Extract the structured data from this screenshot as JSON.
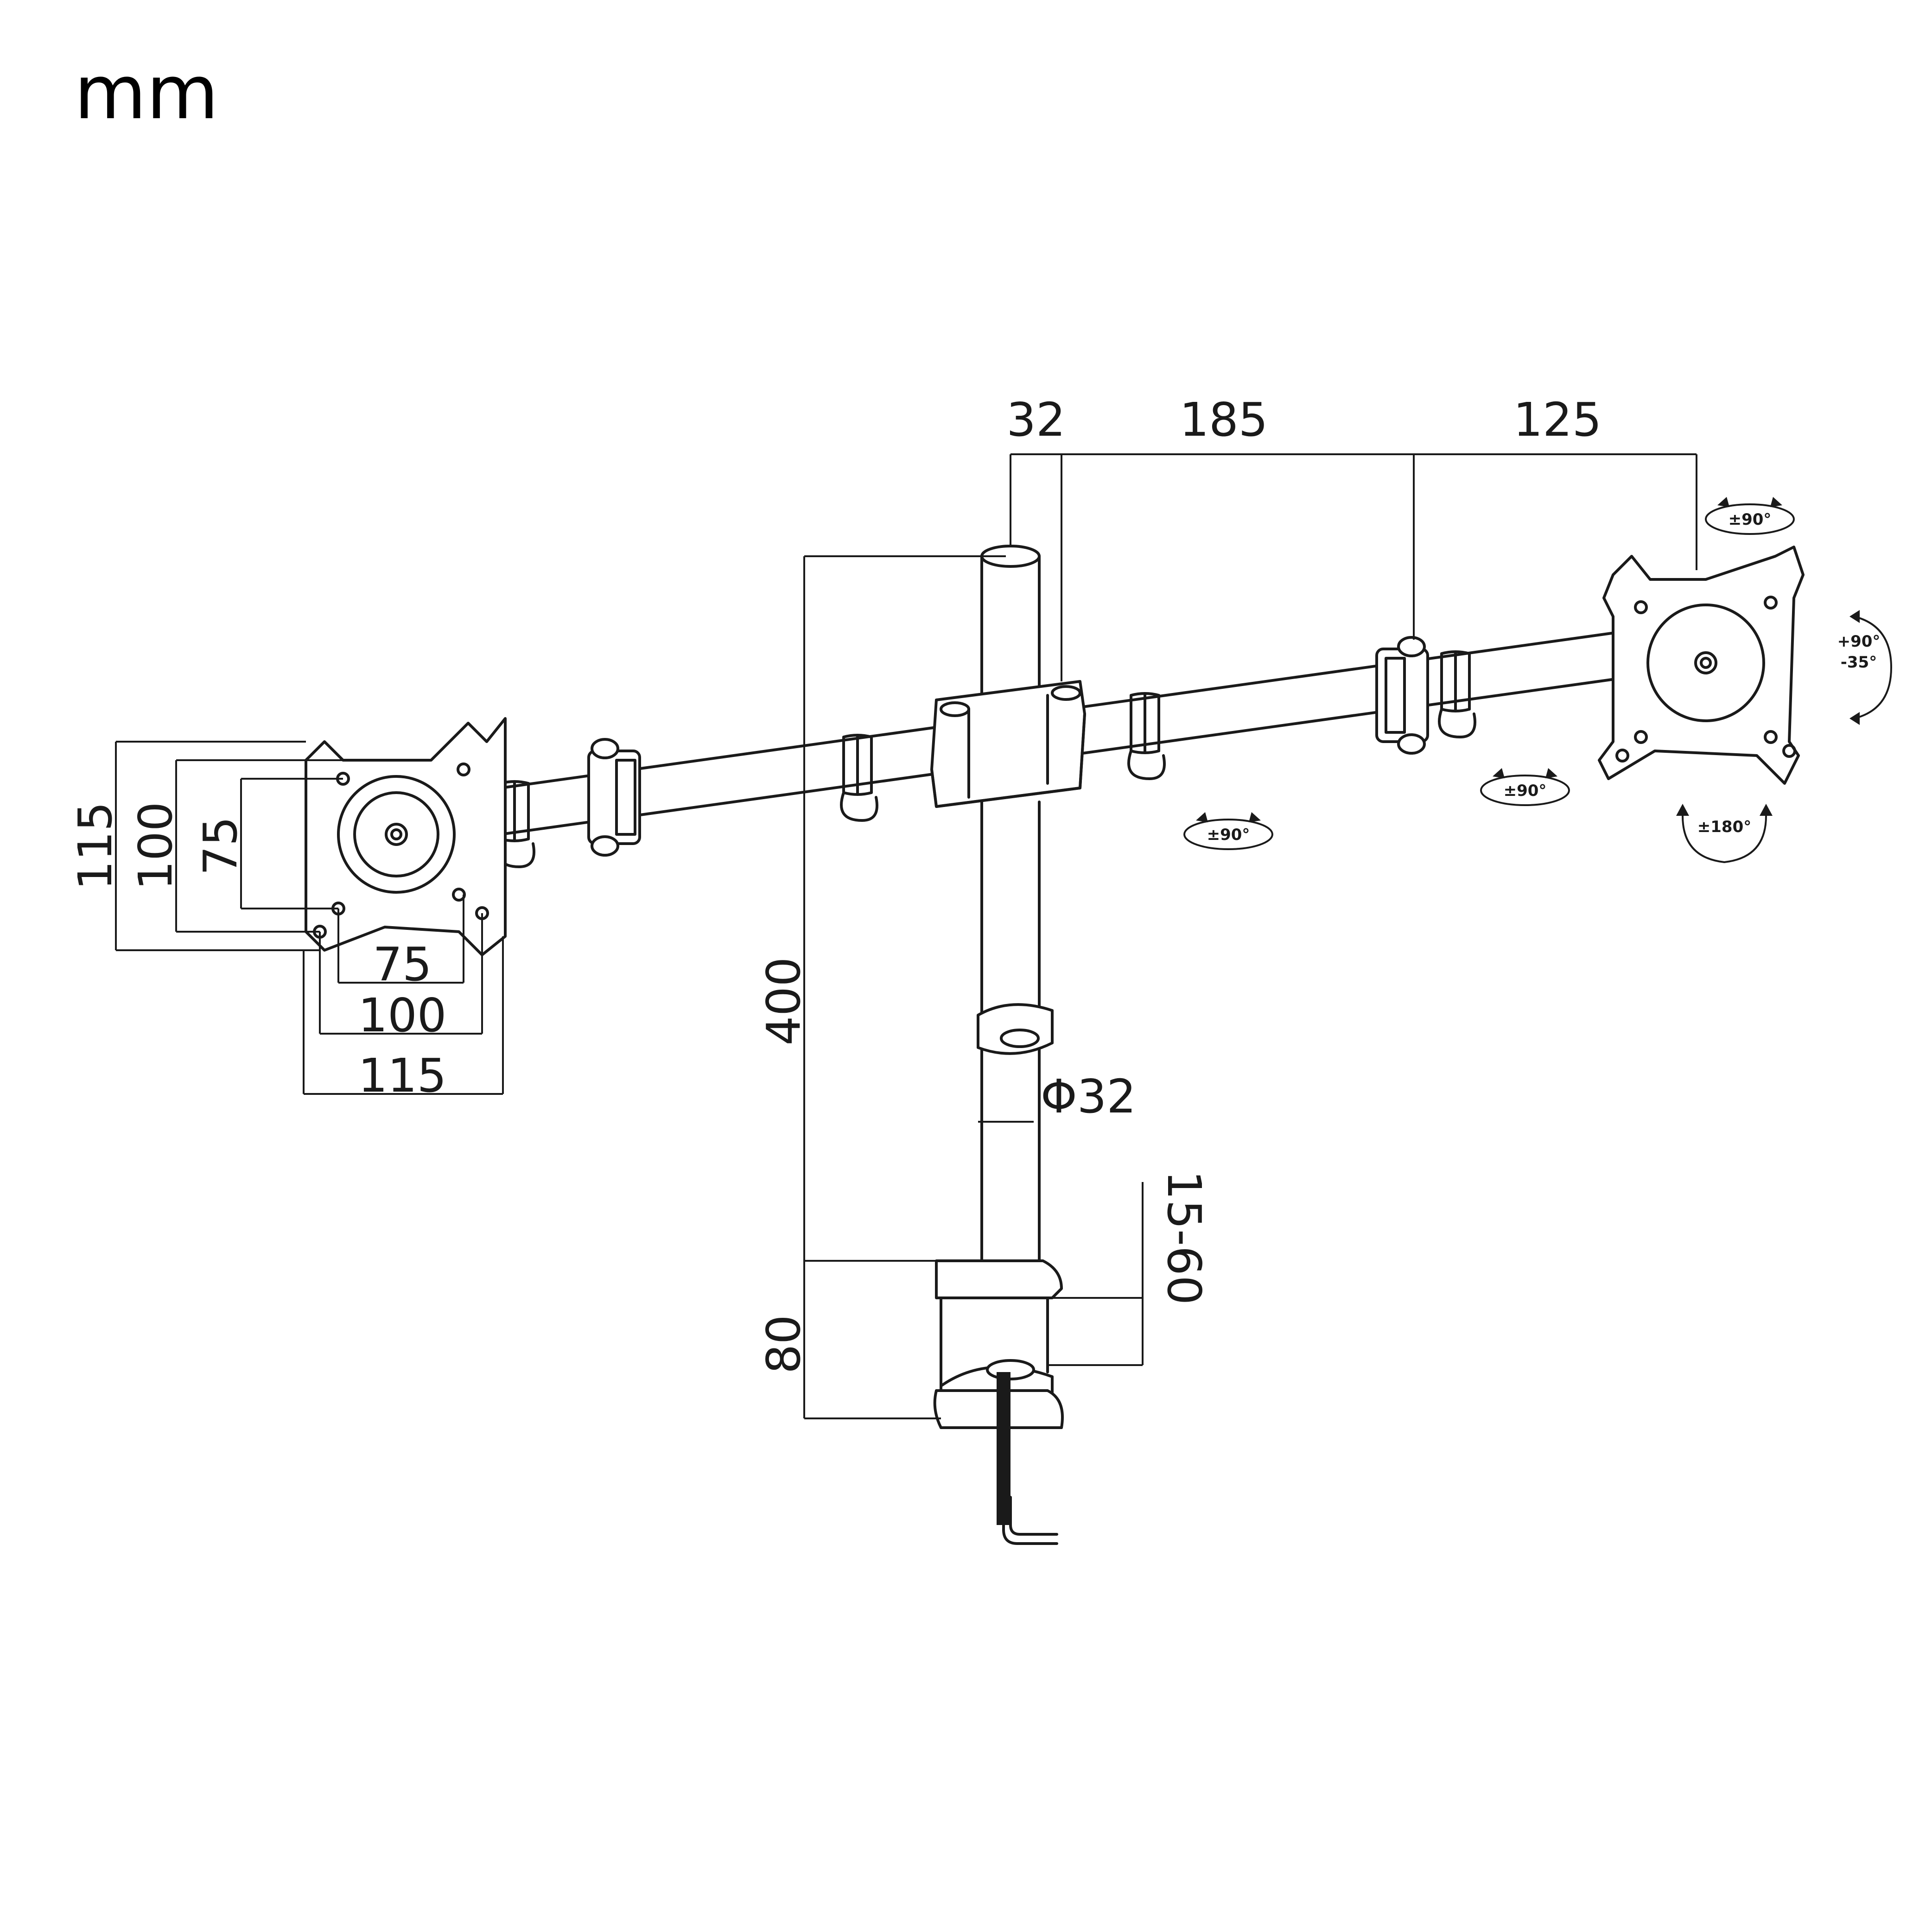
{
  "unit_label": "mm",
  "dimensions": {
    "pole_diameter_top": "32",
    "arm_segment": "185",
    "arm_extension": "125",
    "pole_height": "400",
    "pole_diameter": "Φ32",
    "clamp_height": "80",
    "desk_thickness": "15-60",
    "vesa_h_small": "75",
    "vesa_h_medium": "100",
    "vesa_h_large": "115",
    "vesa_v_small": "75",
    "vesa_v_medium": "100",
    "vesa_v_large": "115"
  },
  "rotations": {
    "head_swivel": "±90°",
    "tilt_plus": "+90°",
    "tilt_minus": "-35°",
    "rotate": "±180°",
    "joint_right": "±90°",
    "joint_center": "±90°"
  },
  "colors": {
    "line": "#1a1a1a",
    "background": "#ffffff"
  }
}
